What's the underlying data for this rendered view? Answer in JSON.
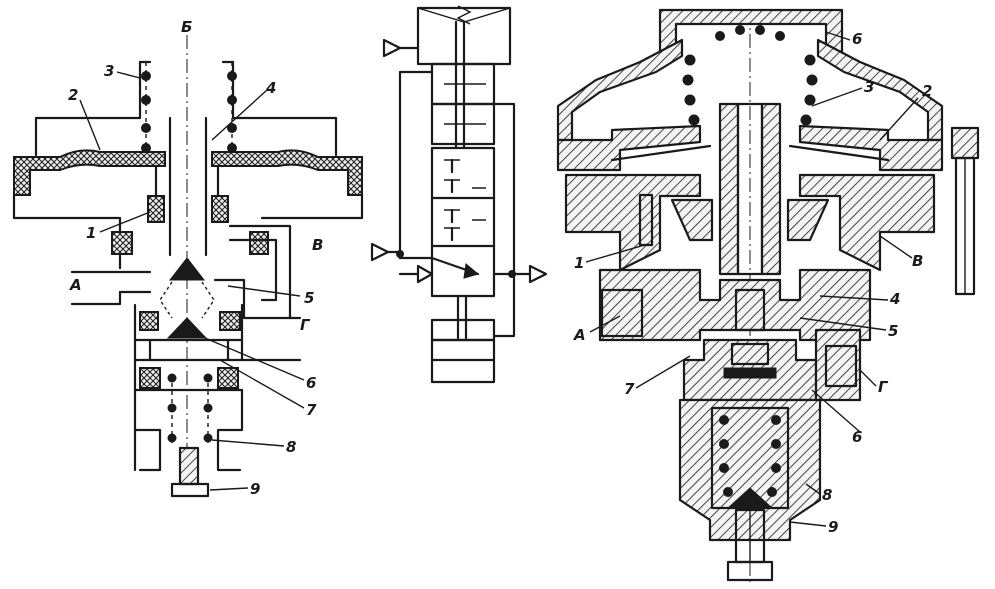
{
  "colors": {
    "ink": "#1a1a1a",
    "paper": "#ffffff"
  },
  "left_view": {
    "label_top": "Б",
    "labels": [
      "1",
      "2",
      "3",
      "4",
      "5",
      "6",
      "7",
      "8",
      "9"
    ],
    "port_A": "А",
    "port_B": "В",
    "port_G": "Г"
  },
  "right_view": {
    "labels": [
      "1",
      "2",
      "3",
      "4",
      "5",
      "6",
      "7",
      "8",
      "9"
    ],
    "port_A": "А",
    "port_B": "В",
    "port_G": "Г"
  }
}
